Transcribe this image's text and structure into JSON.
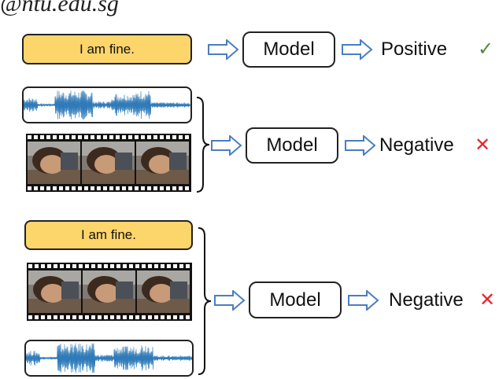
{
  "header": {
    "text": "@ntu.edu.sg"
  },
  "rows": [
    {
      "input_text": "I am fine.",
      "model": "Model",
      "output": "Positive",
      "mark": "✓"
    },
    {
      "model": "Model",
      "output": "Negative",
      "mark": "✕"
    },
    {
      "input_text": "I am fine.",
      "model": "Model",
      "output": "Negative",
      "mark": "✕"
    }
  ],
  "colors": {
    "text_box_fill": "#fcd56b",
    "waveform": "#2f7ab8",
    "arrow_outline": "#4a7ec1",
    "check": "#4f8a3c",
    "cross": "#e8262c"
  }
}
